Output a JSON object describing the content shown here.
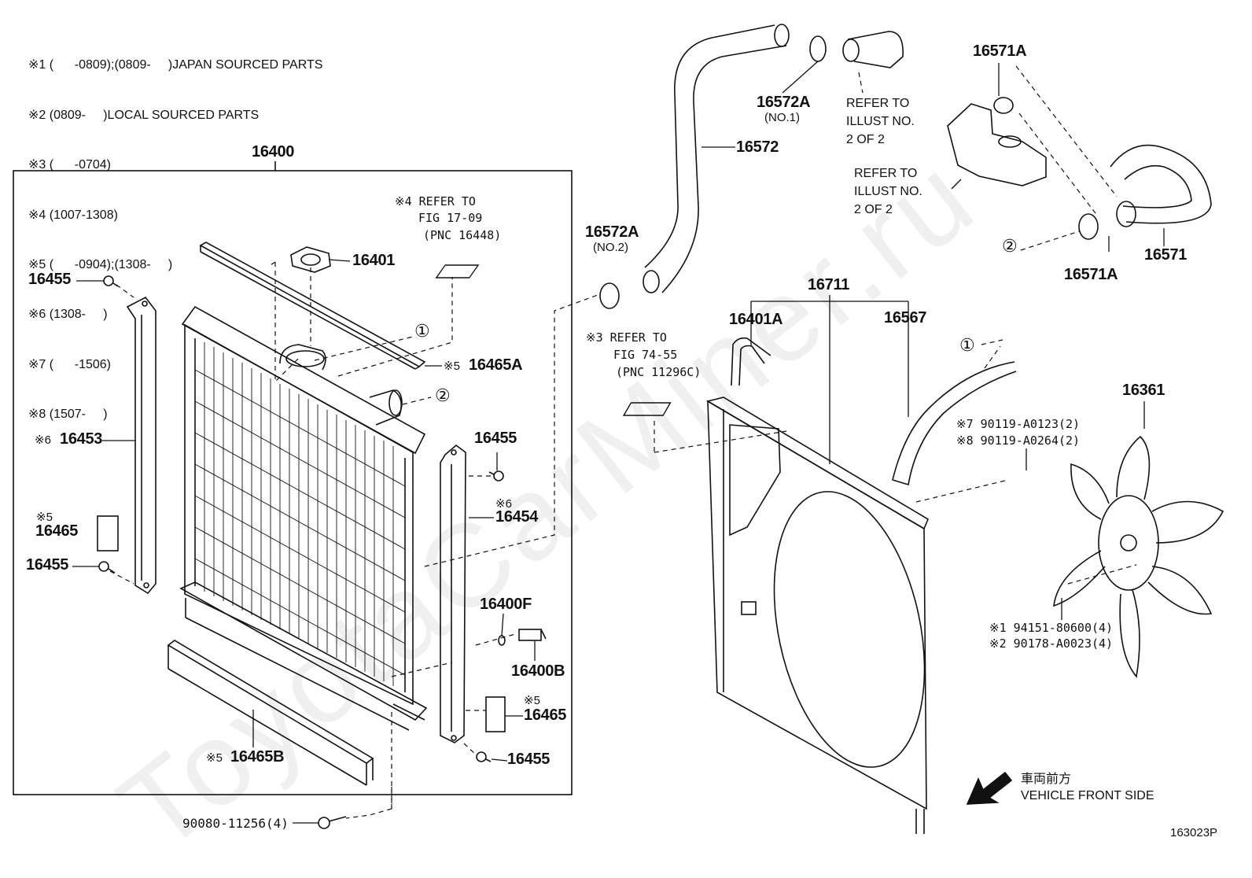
{
  "notes": [
    "※1 (      -0809);(0809-     )JAPAN SOURCED PARTS",
    "※2 (0809-     )LOCAL SOURCED PARTS",
    "※3 (      -0704)",
    "※4 (1007-1308)",
    "※5 (      -0904);(1308-     )",
    "※6 (1308-     )",
    "※7 (      -1506)",
    "※8 (1507-     )"
  ],
  "parts": {
    "p16400": "16400",
    "p16401": "16401",
    "p16455_a": "16455",
    "p16455_b": "16455",
    "p16455_c": "16455",
    "p16455_d": "16455",
    "p16453": "16453",
    "p16453_mark": "※6",
    "p16465_a": "16465",
    "p16465_a_mark": "※5",
    "p16465_b": "16465",
    "p16465_b_mark": "※5",
    "p16465A": "16465A",
    "p16465A_mark": "※5",
    "p16454": "16454",
    "p16454_mark": "※6",
    "p16400F": "16400F",
    "p16400B": "16400B",
    "p16465B": "16465B",
    "p16465B_mark": "※5",
    "p90080": "90080-11256(4)",
    "p16572": "16572",
    "p16572A_1": "16572A",
    "p16572A_1_sub": "(NO.1)",
    "p16572A_2": "16572A",
    "p16572A_2_sub": "(NO.2)",
    "p16571": "16571",
    "p16571A_top": "16571A",
    "p16571A_bot": "16571A",
    "p16711": "16711",
    "p16401A": "16401A",
    "p16567": "16567",
    "p16361": "16361",
    "p90119_a": "※7 90119-A0123(2)",
    "p90119_b": "※8 90119-A0264(2)",
    "p94151": "※1  94151-80600(4)",
    "p90178": "※2  90178-A0023(4)"
  },
  "refs": {
    "fig17": [
      "※4 REFER  TO",
      "FIG 17-09",
      "(PNC 16448)"
    ],
    "fig74": [
      "※3  REFER  TO",
      "FIG 74-55",
      "(PNC 11296C)"
    ],
    "illust1": [
      "REFER TO",
      "ILLUST NO.",
      "2 OF 2"
    ],
    "illust2": [
      "REFER TO",
      "ILLUST NO.",
      "2 OF 2"
    ]
  },
  "circles": {
    "c1a": "①",
    "c2a": "②",
    "c1b": "①",
    "c2b": "②"
  },
  "front": {
    "jp": "車両前方",
    "en": "VEHICLE FRONT SIDE"
  },
  "figure_code": "163023P",
  "watermark": "ToyotaCarMiner.ru"
}
